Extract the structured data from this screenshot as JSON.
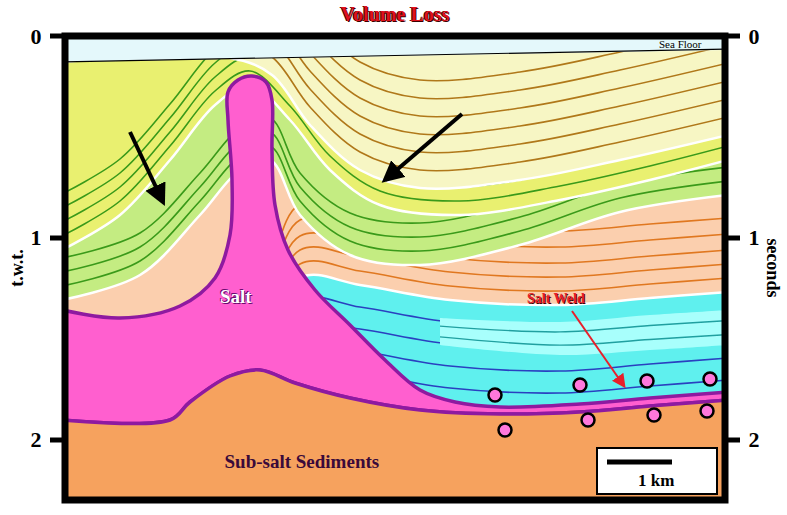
{
  "diagram": {
    "title": "Volume Loss",
    "nodes": [
      {
        "text": [
          "Salt"
        ]
      },
      {
        "text": [
          "Sub-salt Sediments"
        ]
      }
    ],
    "labels": [
      "Sea Floor",
      "Salt Weld",
      "t.w.t.",
      "seconds",
      "0",
      "1",
      "2",
      "0",
      "1",
      "2",
      "1 km"
    ]
  }
}
